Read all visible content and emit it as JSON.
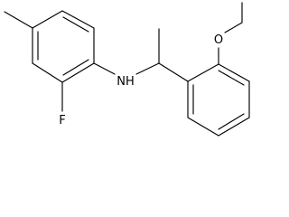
{
  "diagram": {
    "type": "chemical-structure",
    "atoms": {
      "fluorine": "F",
      "nitrogen_hydrogen": "NH",
      "oxygen": "O"
    },
    "colors": {
      "bond": "#000000",
      "label": "#000000",
      "background": "#ffffff"
    }
  }
}
